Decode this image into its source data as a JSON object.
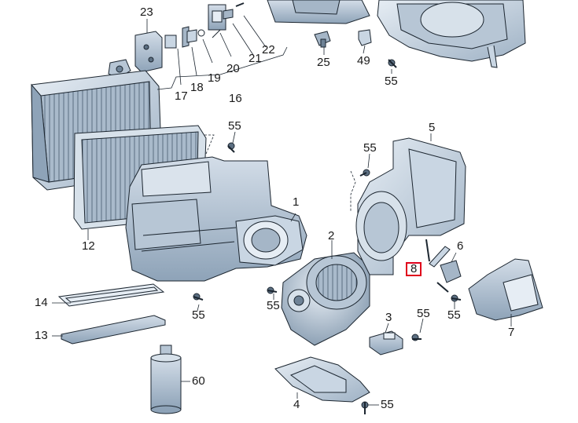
{
  "colors": {
    "part_fill": "#c9d6e3",
    "part_dark": "#8ea3b8",
    "part_light": "#e6edf4",
    "outline": "#1c2630",
    "highlight": "#e0001b"
  },
  "callouts": {
    "c23": "23",
    "c22": "22",
    "c21": "21",
    "c20": "20",
    "c19": "19",
    "c18": "18",
    "c17": "17",
    "c16": "16",
    "c25": "25",
    "c49": "49",
    "c55_top": "55",
    "c12": "12",
    "c55_a": "55",
    "c55_b": "55",
    "c5": "5",
    "c1": "1",
    "c2": "2",
    "c6": "6",
    "c8": "8",
    "c14": "14",
    "c13": "13",
    "c55_c": "55",
    "c55_d": "55",
    "c3": "3",
    "c55_e": "55",
    "c55_f": "55",
    "c7": "7",
    "c60": "60",
    "c4": "4",
    "c55_g": "55"
  },
  "highlighted_callout": "8"
}
